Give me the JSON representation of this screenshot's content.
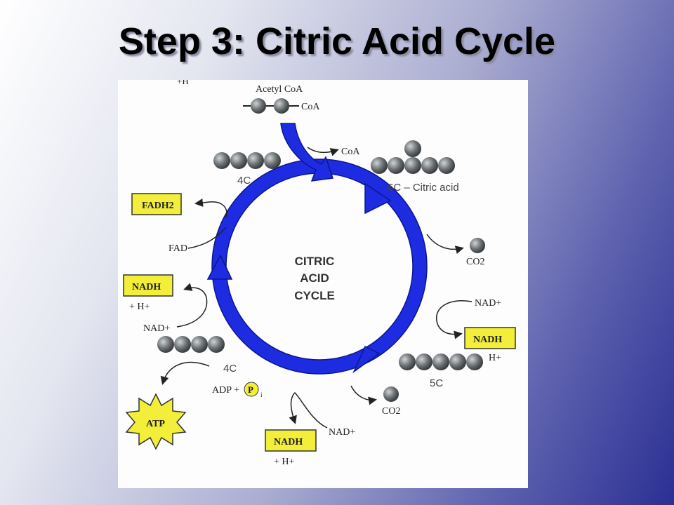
{
  "slide": {
    "title": "Step 3: Citric Acid Cycle"
  },
  "diagram": {
    "center_label": [
      "CITRIC",
      "ACID",
      "CYCLE"
    ],
    "top_h": "+H",
    "acetyl": "Acetyl CoA",
    "coa_attached": "CoA",
    "coa_released": "CoA",
    "label_4c_top": "4C",
    "label_6c": "6C – Citric acid",
    "label_5c": "5C",
    "label_4c_bottom": "4C",
    "co2_1": "CO2",
    "co2_2": "CO2",
    "nad_right": "NAD+",
    "nadh_right": "NADH",
    "h_right": "H+",
    "nad_bottom": "NAD+",
    "nadh_bottom": "NADH",
    "h_bottom": "+ H+",
    "fadh2": "FADH2",
    "fad": "FAD",
    "nadh_left": "NADH",
    "h_left": "+ H+",
    "nad_left": "NAD+",
    "adp": "ADP +",
    "pi": "P",
    "pi_sub": "i",
    "atp": "ATP"
  },
  "colors": {
    "cycle_blue": "#1d2ce0",
    "box_yellow": "#f2ee3a",
    "carbon_gray": "#6a6f72"
  }
}
